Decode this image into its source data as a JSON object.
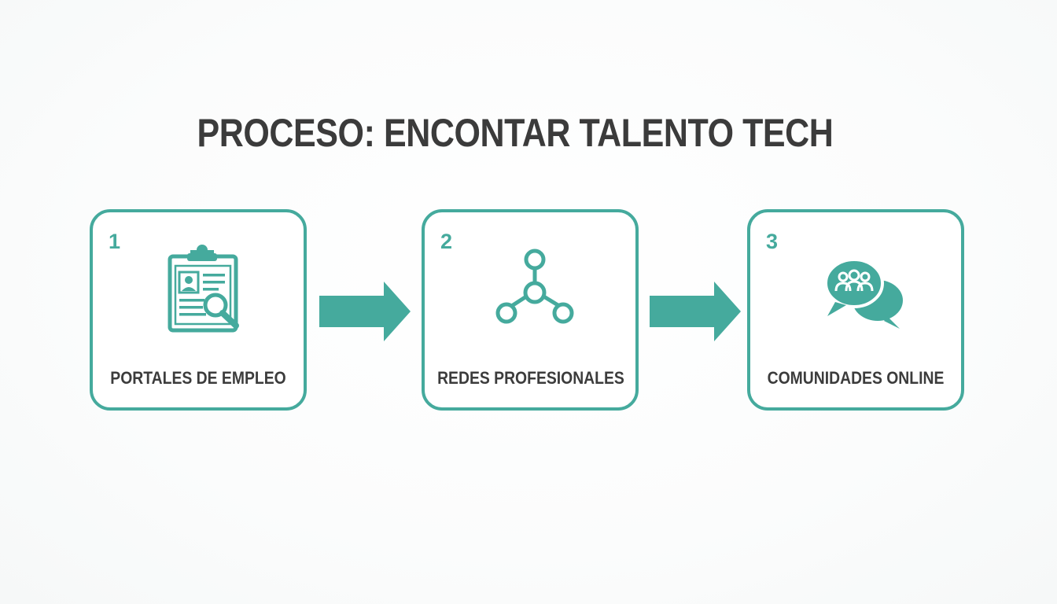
{
  "title": "PROCESO: ENCONTAR TALENTO TECH",
  "colors": {
    "accent": "#45aa9d",
    "text": "#3c3c3c"
  },
  "steps": [
    {
      "number": "1",
      "label": "PORTALES DE EMPLEO",
      "icon": "clipboard-search-icon"
    },
    {
      "number": "2",
      "label": "REDES PROFESIONALES",
      "icon": "network-nodes-icon"
    },
    {
      "number": "3",
      "label": "COMUNIDADES ONLINE",
      "icon": "chat-community-icon"
    }
  ]
}
